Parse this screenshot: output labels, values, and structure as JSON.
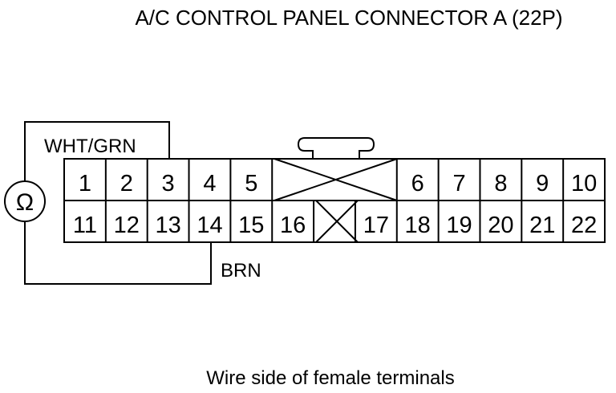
{
  "title": "A/C CONTROL PANEL CONNECTOR A (22P)",
  "caption": "Wire side of female terminals",
  "wires": {
    "top": "WHT/GRN",
    "bottom": "BRN"
  },
  "meter_symbol": "Ω",
  "connector": {
    "top_row_left": [
      "1",
      "2",
      "3",
      "4",
      "5"
    ],
    "top_row_right": [
      "6",
      "7",
      "8",
      "9",
      "10"
    ],
    "bottom_row_left": [
      "11",
      "12",
      "13",
      "14",
      "15",
      "16"
    ],
    "bottom_row_right": [
      "17",
      "18",
      "19",
      "20",
      "21",
      "22"
    ]
  }
}
